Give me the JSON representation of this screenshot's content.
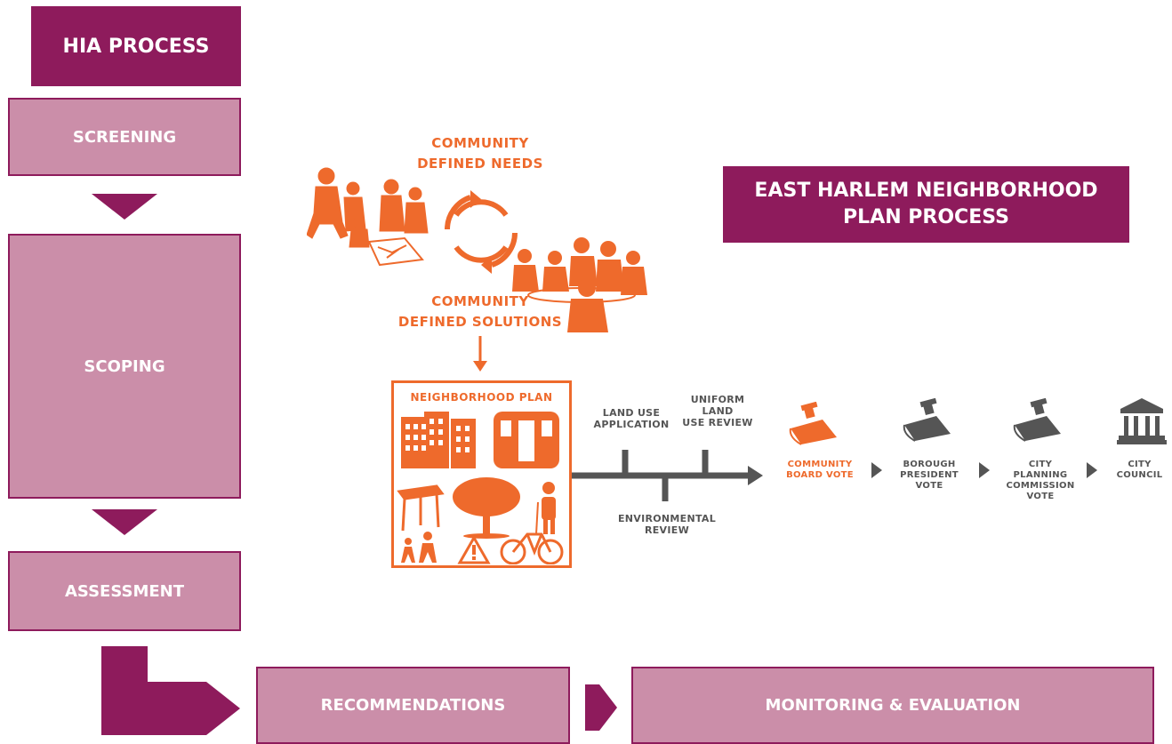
{
  "hia": {
    "title": "HIA PROCESS",
    "steps": {
      "screening": "SCREENING",
      "scoping": "SCOPING",
      "assessment": "ASSESSMENT",
      "recommendations": "RECOMMENDATIONS",
      "monitoring": "MONITORING & EVALUATION"
    }
  },
  "ehnp": {
    "title_line1": "EAST HARLEM NEIGHBORHOOD",
    "title_line2": "PLAN PROCESS",
    "needs_line1": "COMMUNITY",
    "needs_line2": "DEFINED NEEDS",
    "solutions_line1": "COMMUNITY",
    "solutions_line2": "DEFINED SOLUTIONS",
    "plan_title": "NEIGHBORHOOD PLAN",
    "land_use_line1": "LAND USE",
    "land_use_line2": "APPLICATION",
    "ulurp_line1": "UNIFORM",
    "ulurp_line2": "LAND",
    "ulurp_line3": "USE REVIEW",
    "env_line1": "ENVIRONMENTAL",
    "env_line2": "REVIEW",
    "cb_line1": "COMMUNITY",
    "cb_line2": "BOARD VOTE",
    "bp_line1": "BOROUGH",
    "bp_line2": "PRESIDENT",
    "bp_line3": "VOTE",
    "cpc_line1": "CITY",
    "cpc_line2": "PLANNING",
    "cpc_line3": "COMMISSION",
    "cpc_line4": "VOTE",
    "cc_line1": "CITY",
    "cc_line2": "COUNCIL"
  },
  "colors": {
    "dark_magenta": "#8e1b5c",
    "light_magenta": "#cb8ea9",
    "orange": "#ee6a2c",
    "grey": "#555555"
  }
}
